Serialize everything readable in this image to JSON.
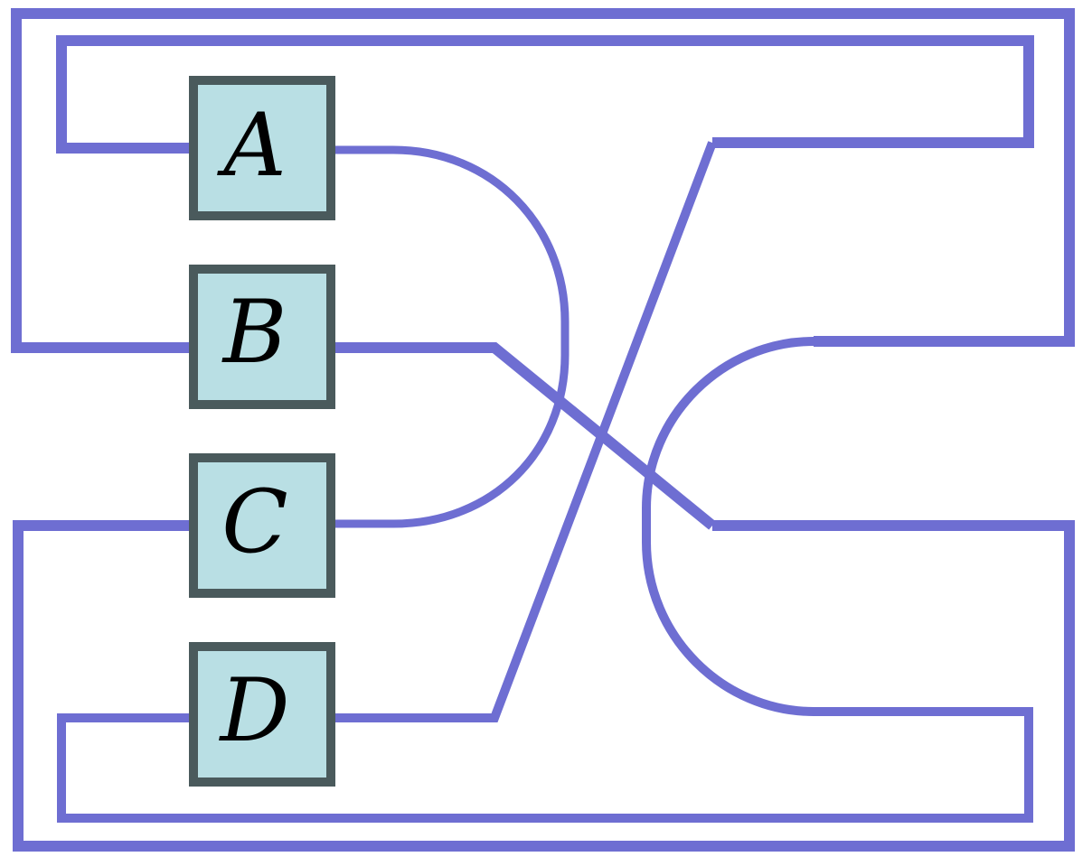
{
  "colors": {
    "wire": "#6e6ed2",
    "node_fill": "#b9dfe4",
    "node_stroke": "#4a5a5c",
    "background": "#ffffff"
  },
  "nodes": [
    {
      "id": "A",
      "label": "A"
    },
    {
      "id": "B",
      "label": "B"
    },
    {
      "id": "C",
      "label": "C"
    },
    {
      "id": "D",
      "label": "D"
    }
  ]
}
